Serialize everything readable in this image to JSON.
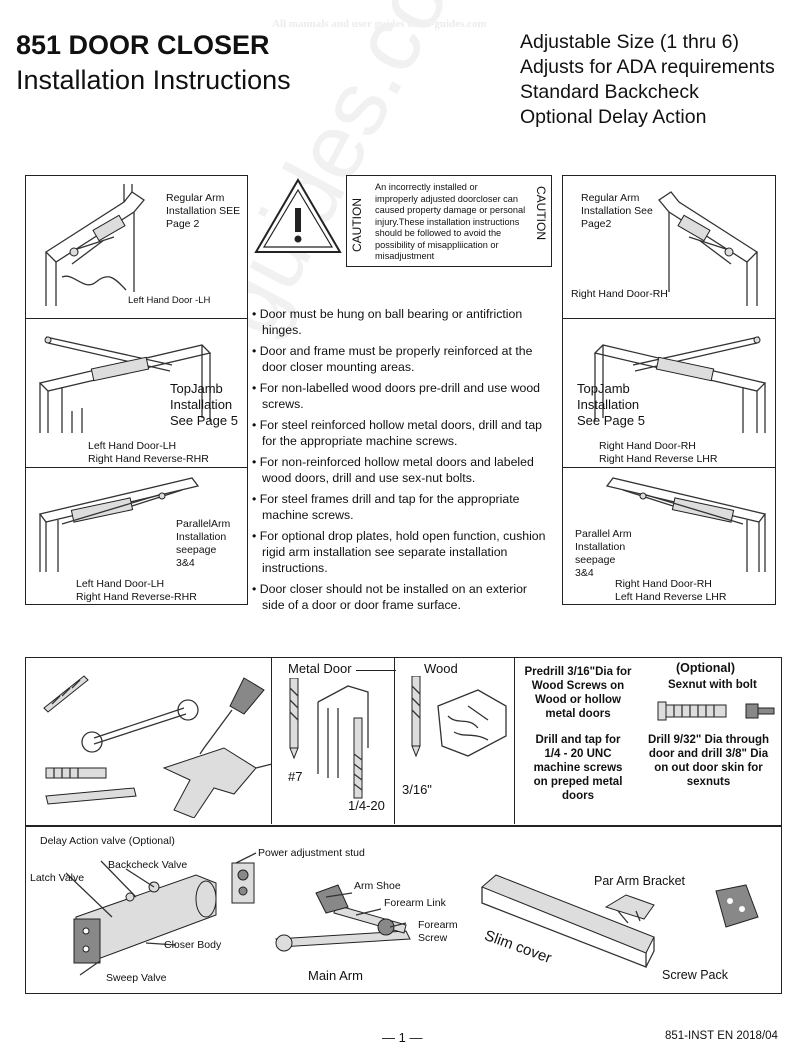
{
  "watermark": {
    "top": "All manuals and user guides at all-guides.com",
    "diagonal": "all-guides.com"
  },
  "header": {
    "title": "851 DOOR CLOSER",
    "subtitle": "Installation Instructions",
    "features": [
      "Adjustable Size (1 thru 6)",
      "Adjusts for ADA requirements",
      "Standard Backcheck",
      "Optional Delay Action"
    ]
  },
  "caution": {
    "label": "CAUTION",
    "lines": [
      "An incorrectly installed or",
      "improperly adjusted doorcloser can",
      "caused property damage or personal",
      "injury.These installation instructions",
      "should be followed to avoid the",
      "possibility of misappliication or",
      "misadjustment"
    ]
  },
  "left_panels": [
    {
      "note_lines": [
        "Regular Arm",
        "Installation SEE",
        "Page 2"
      ],
      "caption_lines": [
        "Left Hand Door -LH"
      ]
    },
    {
      "note_lines": [
        "TopJamb",
        "Installation",
        "See Page 5"
      ],
      "caption_lines": [
        "Left Hand Door-LH",
        "Right Hand Reverse-RHR"
      ]
    },
    {
      "note_lines": [
        "ParallelArm",
        "Installation",
        "seepage",
        "3&4"
      ],
      "caption_lines": [
        "Left Hand Door-LH",
        "Right Hand Reverse-RHR"
      ]
    }
  ],
  "right_panels": [
    {
      "note_lines": [
        "Regular Arm",
        "Installation See",
        "Page2"
      ],
      "caption_lines": [
        "Right Hand Door-RH"
      ]
    },
    {
      "note_lines": [
        "TopJamb",
        "Installation",
        "See Page 5"
      ],
      "caption_lines": [
        "Right Hand Door-RH",
        "Right Hand Reverse LHR"
      ]
    },
    {
      "note_lines": [
        "Parallel Arm",
        "Installation",
        "seepage",
        "3&4"
      ],
      "caption_lines": [
        "Right Hand Door-RH",
        "Left Hand Reverse LHR"
      ]
    }
  ],
  "instructions": [
    "Door must be hung on ball bearing or antifriction hinges.",
    "Door and frame must be properly reinforced at the door closer mounting areas.",
    "For non-labelled wood doors pre-drill and use wood screws.",
    "For steel reinforced hollow metal doors, drill and tap for the appropriate machine screws.",
    "For non-reinforced hollow metal doors and labeled wood doors, drill and use sex-nut bolts.",
    "For steel frames drill and tap for the appropriate machine screws.",
    "For optional drop plates, hold open function, cushion rigid arm installation see separate installation instructions.",
    "Door closer should not be installed on an exterior side of a door or door frame surface."
  ],
  "tools": {
    "metal_door": "Metal Door",
    "metal_drill": "#7",
    "metal_tap": "1/4-20",
    "wood": "Wood",
    "wood_drill": "3/16\"",
    "predrill": [
      "Predrill 3/16\"Dia for",
      "Wood Screws on",
      "Wood or hollow",
      "metal doors"
    ],
    "drill_tap": [
      "Drill and tap for",
      "1/4 - 20 UNC",
      "machine screws",
      "on preped metal",
      "doors"
    ],
    "optional_title": "(Optional)",
    "sexnut_title": "Sexnut with bolt",
    "sexnut_text": [
      "Drill 9/32\" Dia through",
      "door and drill 3/8\" Dia",
      "on out door skin for",
      "sexnuts"
    ]
  },
  "parts": {
    "delay_valve": "Delay Action valve (Optional)",
    "backcheck_valve": "Backcheck Valve",
    "latch_valve": "Latch Valve",
    "closer_body": "Closer Body",
    "sweep_valve": "Sweep Valve",
    "power_stud": "Power adjustment stud",
    "arm_shoe": "Arm Shoe",
    "forearm_link": "Forearm Link",
    "forearm_screw": [
      "Forearm",
      "Screw"
    ],
    "main_arm": "Main Arm",
    "slim_cover": "Slim cover",
    "par_arm_bracket": "Par Arm Bracket",
    "screw_pack": "Screw Pack"
  },
  "footer": {
    "page_number": "1",
    "doc_code": "851-INST EN 2018/04"
  }
}
